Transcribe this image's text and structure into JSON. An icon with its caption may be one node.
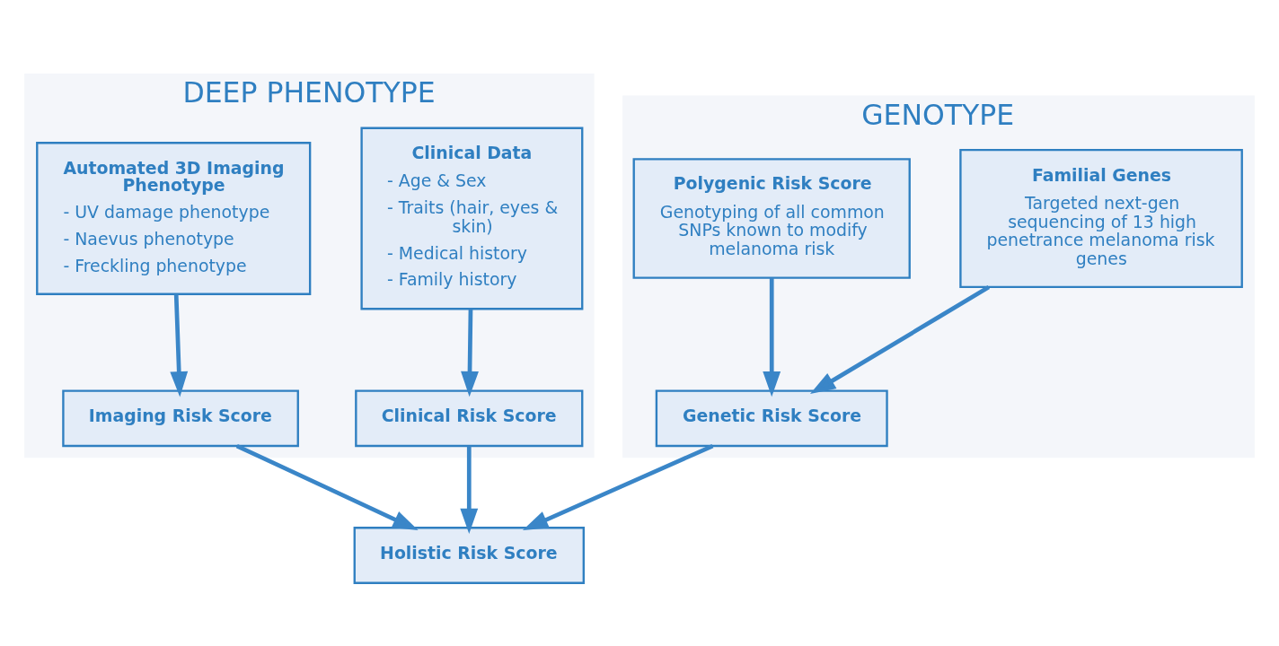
{
  "diagram": {
    "nodes": [
      {
        "text": [
          "DEEP PHENOTYPE"
        ]
      },
      {
        "text": [
          "Clinical Data",
          "- Age & Sex",
          "- Traits (hair, eyes & skin)",
          "- Medical history",
          "- Family history"
        ],
        "in": 0
      },
      {
        "text": [
          "Automated 3D Imaging Phenotype",
          "- UV damage phenotype",
          "- Naevus phenotype",
          "- Freckling phenotype"
        ],
        "in": 0
      },
      {
        "text": [
          "Clinical Risk Score"
        ],
        "in": 0
      },
      {
        "text": [
          "Imaging Risk Score"
        ],
        "in": 0
      },
      {
        "text": [
          "GENOTYPE"
        ]
      },
      {
        "text": [
          "Familial Genes",
          "Targeted next-gen sequencing of 13 high penetrance melanoma risk genes"
        ],
        "in": 5
      },
      {
        "text": [
          "Polygenic Risk Score",
          "Genotyping of all common SNPs known to modify melanoma risk"
        ],
        "in": 5
      },
      {
        "text": [
          "Genetic Risk Score"
        ],
        "in": 5
      },
      {
        "text": [
          "Holistic Risk Score"
        ]
      }
    ],
    "edges": [
      {
        "from": 1,
        "to": 3,
        "arrow": "to"
      },
      {
        "from": 2,
        "to": 4,
        "arrow": "to"
      },
      {
        "from": 6,
        "to": 8,
        "arrow": "to"
      },
      {
        "from": 7,
        "to": 8,
        "arrow": "to"
      },
      {
        "from": 3,
        "to": 9,
        "arrow": "to"
      },
      {
        "from": 4,
        "to": 9,
        "arrow": "to"
      },
      {
        "from": 8,
        "to": 9,
        "arrow": "to"
      }
    ]
  }
}
